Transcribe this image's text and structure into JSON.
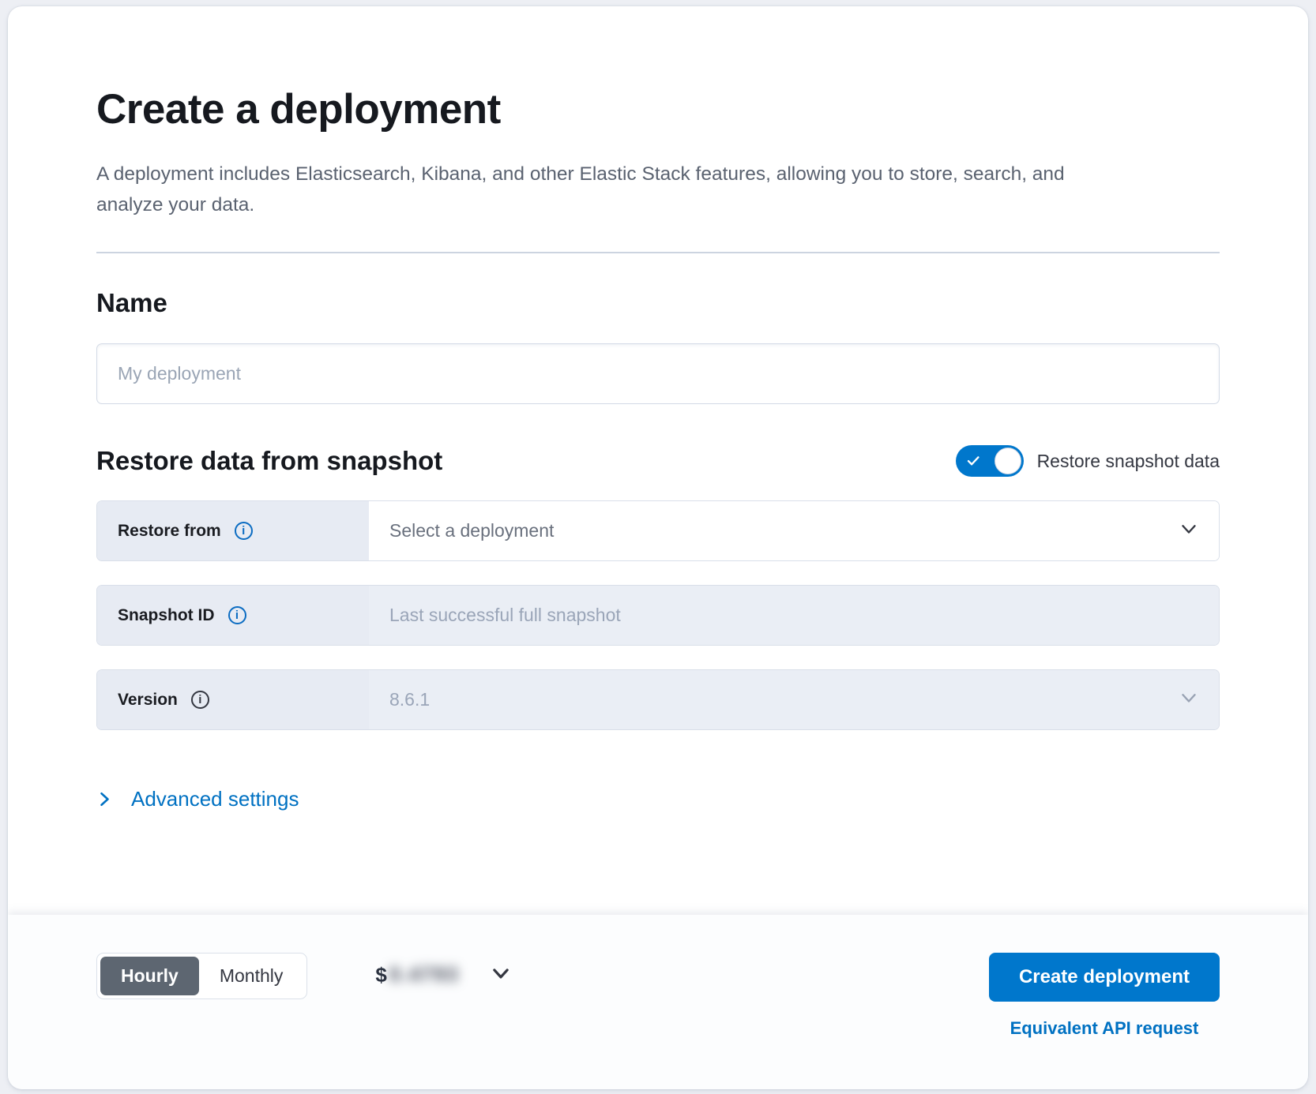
{
  "page": {
    "title": "Create a deployment",
    "subtitle": "A deployment includes Elasticsearch, Kibana, and other Elastic Stack features, allowing you to store, search, and analyze your data."
  },
  "name_section": {
    "heading": "Name",
    "placeholder": "My deployment"
  },
  "restore_section": {
    "heading": "Restore data from snapshot",
    "toggle_label": "Restore snapshot data",
    "toggle_state": "on",
    "rows": [
      {
        "label": "Restore from",
        "value": "Select a deployment",
        "control": "select",
        "disabled": false
      },
      {
        "label": "Snapshot ID",
        "value": "Last successful full snapshot",
        "control": "text",
        "disabled": true
      },
      {
        "label": "Version",
        "value": "8.6.1",
        "control": "select",
        "disabled": true
      }
    ],
    "advanced_link": "Advanced settings"
  },
  "footer": {
    "billing_period": {
      "options": [
        "Hourly",
        "Monthly"
      ],
      "selected": "Hourly"
    },
    "price": {
      "currency": "$",
      "amount": "0.4793",
      "blurred": true
    },
    "create_button": "Create deployment",
    "api_link": "Equivalent API request"
  },
  "icons": {
    "info_glyph": "i"
  },
  "colors": {
    "primary": "#0077cc",
    "link": "#0071c2",
    "selected_segment_bg": "#5d6671",
    "row_label_bg": "#e7ebf3",
    "disabled_field_bg": "#eaeef5",
    "border": "#d3dae6",
    "heading_text": "#16191f",
    "body_text": "#5a6270",
    "placeholder_text": "#9aa5b5"
  }
}
